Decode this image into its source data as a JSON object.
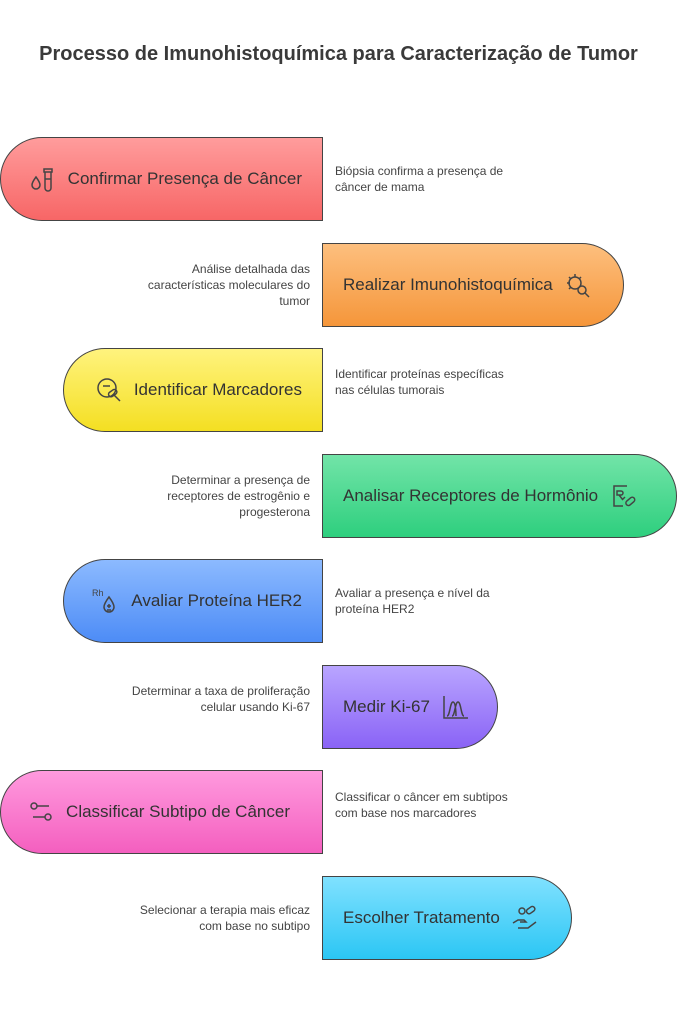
{
  "title": "Processo de Imunohistoquímica para Caracterização de Tumor",
  "steps": [
    {
      "label": "Confirmar Presença de Câncer",
      "description": "Biópsia confirma a presença de câncer de mama",
      "icon": "blood-test-tube-icon",
      "color": "#f97575"
    },
    {
      "label": "Realizar Imunohistoquímica",
      "description": "Análise detalhada das características moleculares do tumor",
      "icon": "virus-magnifier-icon",
      "color": "#f7a24c"
    },
    {
      "label": "Identificar Marcadores",
      "description": "Identificar proteínas específicas nas células tumorais",
      "icon": "pill-search-icon",
      "color": "#f8e63a"
    },
    {
      "label": "Analisar Receptores de Hormônio",
      "description": "Determinar a presença de receptores de estrogênio e progesterona",
      "icon": "prescription-icon",
      "color": "#45d68e"
    },
    {
      "label": "Avaliar Proteína HER2",
      "description": "Avaliar a presença e nível da proteína HER2",
      "icon": "rh-blood-icon",
      "color": "#629cf8"
    },
    {
      "label": "Medir Ki-67",
      "description": "Determinar a taxa de proliferação celular usando Ki-67",
      "icon": "distribution-chart-icon",
      "color": "#9d7ef8"
    },
    {
      "label": "Classificar Subtipo de Câncer",
      "description": "Classificar o câncer em subtipos com base nos marcadores",
      "icon": "toggle-switch-icon",
      "color": "#f675cc"
    },
    {
      "label": "Escolher Tratamento",
      "description": "Selecionar a terapia mais eficaz com base no subtipo",
      "icon": "hand-pills-icon",
      "color": "#48d0f7"
    }
  ]
}
